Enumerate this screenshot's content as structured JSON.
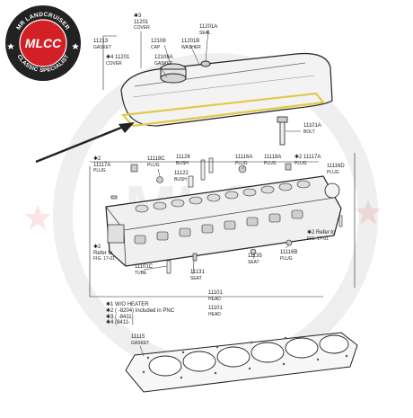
{
  "logo": {
    "top_text": "MR LANDCRUISER",
    "center_text": "MLCC",
    "bottom_text": "CLASSIC SPECIALIST",
    "watermark_text": "MR LANDCRUISER CLASSIC SPECIALIST",
    "colors": {
      "ring": "#222222",
      "red": "#d32027",
      "white": "#ffffff"
    }
  },
  "labels": {
    "l11201": {
      "star": "✱3",
      "num": "11201",
      "sub": "COVER"
    },
    "l11201A": {
      "num": "11201A",
      "sub": "SEAL"
    },
    "l11213": {
      "num": "11213",
      "sub": "GASKET"
    },
    "l12108": {
      "num": "12108",
      "sub": "CAP"
    },
    "l11201B": {
      "num": "11201B",
      "sub": "WASHER"
    },
    "l11201C": {
      "star": "✱4",
      "num": "11201",
      "sub": "COVER"
    },
    "l12108A": {
      "num": "12108A",
      "sub": "GASKET"
    },
    "l11101A": {
      "num": "11101A",
      "sub": "BOLT"
    },
    "l11117A_left": {
      "star": "✱2",
      "num": "11117A",
      "sub": "PLUG"
    },
    "l11118C": {
      "num": "11118C",
      "sub": "PLUG"
    },
    "l11126": {
      "num": "11126",
      "sub": "BUSH"
    },
    "l11116A": {
      "num": "11116A",
      "sub": "PLUG"
    },
    "l11122": {
      "num": "11122",
      "sub": "BUSH"
    },
    "l11118A": {
      "num": "11118A",
      "sub": "PLUG"
    },
    "l11117A_right": {
      "star": "✱2",
      "num": "11117A",
      "sub": "PLUG"
    },
    "l11116D": {
      "num": "11116D",
      "sub": "PLUG"
    },
    "l_ref_left": {
      "star": "✱2",
      "num": "Refer to",
      "sub": "FIG. 17-01"
    },
    "l_ref_right": {
      "star": "✱2",
      "num": "Refer to",
      "sub": "FIG. 17-01"
    },
    "l11135": {
      "num": "11135",
      "sub": "SEAT"
    },
    "l11116B": {
      "num": "11116B",
      "sub": "PLUG"
    },
    "l11101C": {
      "num": "11101C",
      "sub": "TUBE"
    },
    "l11131": {
      "num": "11131",
      "sub": "SEAT"
    },
    "l11101": {
      "num": "11101",
      "sub": "HEAD"
    },
    "l11101b": {
      "num": "11101",
      "sub": "HEAD"
    },
    "l11115": {
      "num": "11115",
      "sub": "GASKET"
    }
  },
  "notes": [
    "✱1 W/O HEATER",
    "✱2 (   -8204) Included in PNC",
    "✱3 (   -8411)",
    "✱4 (8411-   )"
  ],
  "colors": {
    "highlight": "#e2c84a",
    "line": "#222222"
  }
}
